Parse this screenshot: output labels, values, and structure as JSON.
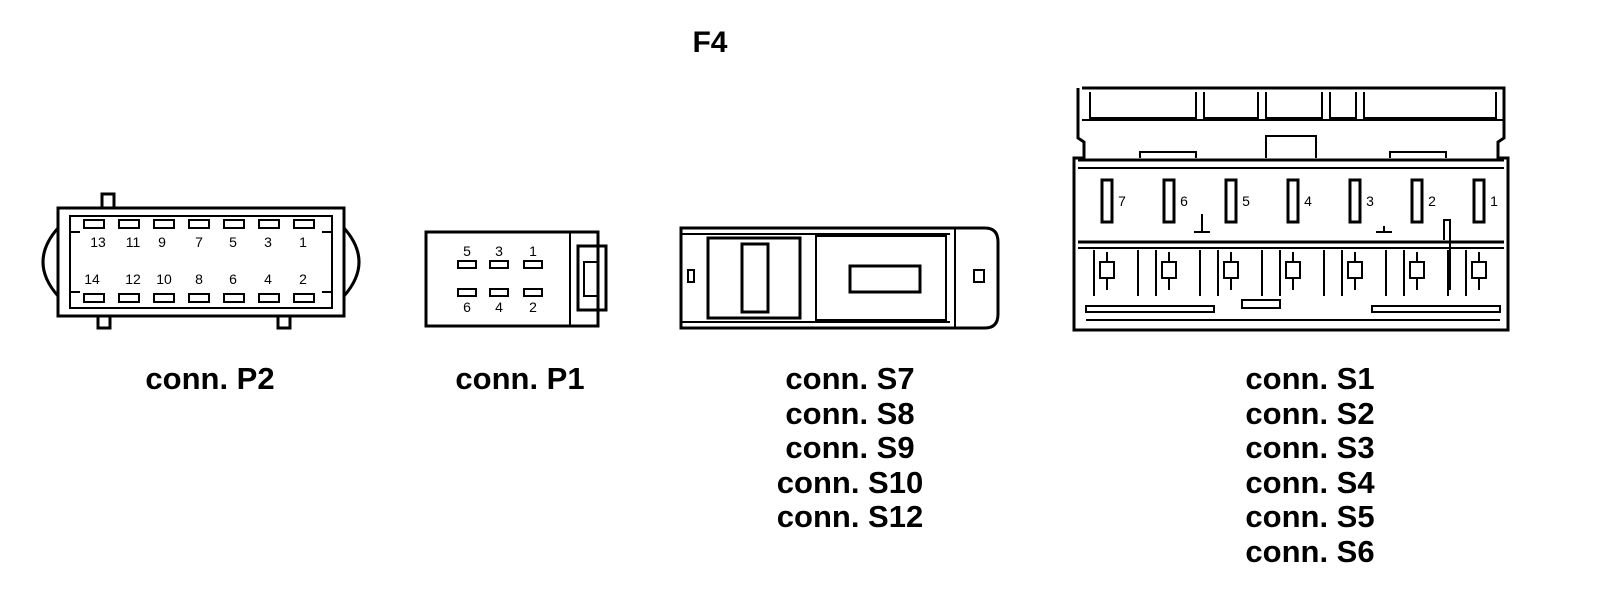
{
  "title": "F4",
  "connectors": {
    "p2": {
      "caption": "conn. P2",
      "top_pins": [
        "13",
        "11",
        "9",
        "7",
        "5",
        "3",
        "1"
      ],
      "bottom_pins": [
        "14",
        "12",
        "10",
        "8",
        "6",
        "4",
        "2"
      ]
    },
    "p1": {
      "caption": "conn. P1",
      "top_pins": [
        "5",
        "3",
        "1"
      ],
      "bottom_pins": [
        "6",
        "4",
        "2"
      ]
    },
    "s7": {
      "captions": [
        "conn. S7",
        "conn. S8",
        "conn. S9",
        "conn. S10",
        "conn. S12"
      ]
    },
    "s1": {
      "captions": [
        "conn. S1",
        "conn. S2",
        "conn. S3",
        "conn. S4",
        "conn. S5",
        "conn. S6"
      ],
      "pins": [
        "7",
        "6",
        "5",
        "4",
        "3",
        "2",
        "1"
      ]
    }
  }
}
